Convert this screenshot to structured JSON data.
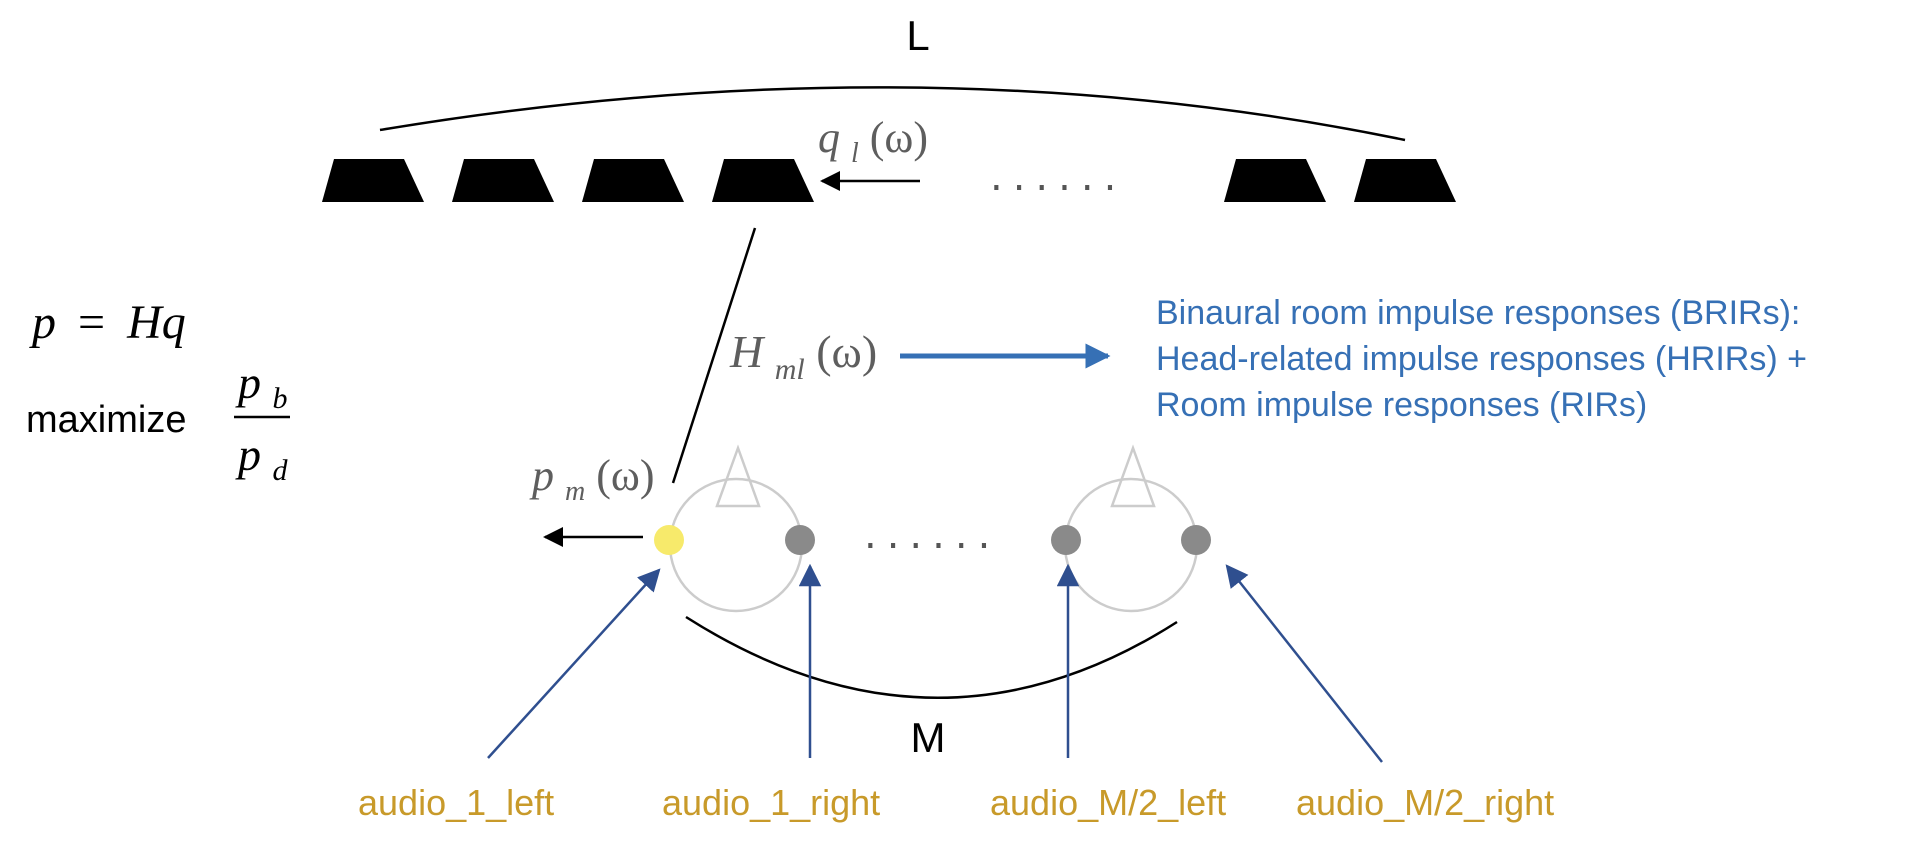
{
  "diagram": {
    "array_label_top": "L",
    "array_label_bottom": "M",
    "ellipsis": "......",
    "speaker_signal": {
      "symbol": "q",
      "subscript": "l",
      "arg": "(ω)"
    },
    "transfer_function": {
      "symbol": "H",
      "subscript": "ml",
      "arg": "(ω)"
    },
    "mic_signal": {
      "symbol": "p",
      "subscript": "m",
      "arg": "(ω)"
    },
    "equation": {
      "lhs": "p",
      "equals": "=",
      "rhs": "Hq"
    },
    "objective": {
      "verb": "maximize",
      "numerator": {
        "symbol": "p",
        "subscript": "b"
      },
      "denominator": {
        "symbol": "p",
        "subscript": "d"
      }
    },
    "brir_text": {
      "line1": "Binaural room impulse responses (BRIRs):",
      "line2": "Head-related impulse responses (HRIRs) +",
      "line3": "Room impulse responses (RIRs)"
    },
    "audio_labels": {
      "a1_left": "audio_1_left",
      "a1_right": "audio_1_right",
      "am_left": "audio_M/2_left",
      "am_right": "audio_M/2_right"
    }
  },
  "colors": {
    "info_blue": "#3670b5",
    "arrow_navy": "#2f4f8f",
    "audio_gold": "#c89a2a",
    "highlight_mic": "#f7ea6b",
    "mic_gray": "#8a8a8a",
    "head_outline": "#cccccc"
  }
}
